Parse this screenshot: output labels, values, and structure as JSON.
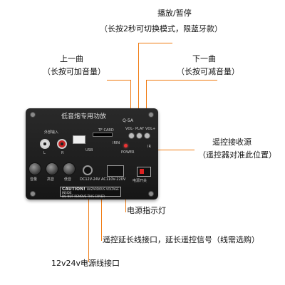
{
  "callouts": {
    "play_pause": "播放/暂停",
    "play_pause_sub": "（长按2秒可切换模式，限蓝牙款）",
    "prev": "上一曲",
    "prev_sub": "（长按可加音量）",
    "next": "下一曲",
    "next_sub": "（长按可减音量）",
    "ir": "遥控接收源",
    "ir_sub": "（遥控器对准此位置）",
    "power_led": "电源指示灯",
    "remote_ext": "遥控延长线接口，延长遥控信号（线需选购）",
    "power_in": "12v24v电源线接口"
  },
  "panel": {
    "title": "低音炮专用功放",
    "model": "Q-5A",
    "aux_in": "外部输入",
    "l": "L",
    "r": "R",
    "usb": "USB",
    "tf": "TF CARD",
    "vol_minus": "VOL-",
    "play": "PLAY",
    "vol_plus": "VOL+",
    "irin": "IRIN",
    "power": "POWER",
    "ir": "IR",
    "knob_volume": "音量",
    "knob_treble": "高音",
    "knob_bass": "低音",
    "voltage": "DC12V-24V AC110V-220V",
    "caution": "CAUTION!",
    "caution_text1": "HAZARDOUS VOLTAGE INSIDE",
    "caution_text2": "DO NOT REMOVE THIS COVER",
    "power_switch": "电源开关"
  },
  "colors": {
    "callout_line": "#f07a10",
    "panel": "#1c1c1c",
    "led": "#e33333"
  }
}
